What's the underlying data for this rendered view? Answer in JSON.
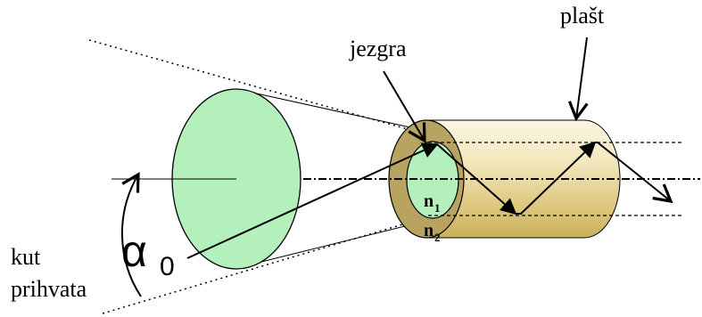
{
  "labels": {
    "plast": "plašt",
    "jezgra": "jezgra",
    "kut": "kut",
    "prihvata": "prihvata",
    "alpha": "α",
    "alpha_sub": "0",
    "n1": "n",
    "n1_sub": "1",
    "n2": "n",
    "n2_sub": "2"
  },
  "colors": {
    "cone_disc": "#b4f0bc",
    "core": "#b4f0bc",
    "cladding_front": "#b8a460",
    "cladding_body_light": "#f7f0d2",
    "cladding_body_dark": "#cfb85c"
  }
}
